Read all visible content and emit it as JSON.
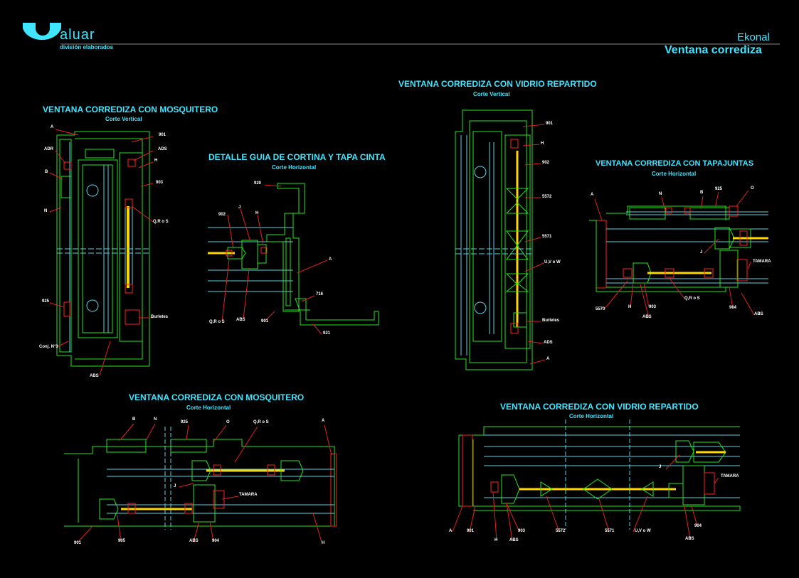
{
  "header": {
    "brand_name": "aluar",
    "brand_subtitle": "división elaborados",
    "series_name": "Ekonal",
    "drawing_title": "Ventana corrediza"
  },
  "views": {
    "mosq_vertical": {
      "title": "VENTANA CORREDIZA CON MOSQUITERO",
      "subtitle": "Corte Vertical"
    },
    "detalle_guia": {
      "title": "DETALLE GUIA DE CORTINA Y TAPA CINTA",
      "subtitle": "Corte Horizontal"
    },
    "vidrio_vertical": {
      "title": "VENTANA CORREDIZA CON VIDRIO REPARTIDO",
      "subtitle": "Corte Vertical"
    },
    "tapajuntas_horizontal": {
      "title": "VENTANA CORREDIZA CON TAPAJUNTAS",
      "subtitle": "Corte Horizontal"
    },
    "mosq_horizontal": {
      "title": "VENTANA CORREDIZA CON MOSQUITERO",
      "subtitle": "Corte Horizontal"
    },
    "vidrio_horizontal": {
      "title": "VENTANA CORREDIZA CON VIDRIO REPARTIDO",
      "subtitle": "Corte Horizontal"
    }
  },
  "labels": {
    "mv_a": "A",
    "mv_901": "901",
    "mv_adr": "ADR",
    "mv_ads": "ADS",
    "mv_b": "B",
    "mv_h": "H",
    "mv_903": "903",
    "mv_n": "N",
    "mv_qrs": "Q,R o S",
    "mv_925": "925",
    "mv_burletes": "Burletes",
    "mv_conj": "Conj. N°3",
    "mv_abs": "ABS",
    "dg_920": "920",
    "dg_902": "902",
    "dg_j": "J",
    "dg_h": "H",
    "dg_a": "A",
    "dg_716": "716",
    "dg_qrs": "Q,R o S",
    "dg_abs": "ABS",
    "dg_901": "901",
    "dg_921": "921",
    "vv_901": "901",
    "vv_h": "H",
    "vv_902": "902",
    "vv_5572": "5572",
    "vv_5571": "5571",
    "vv_uvw": "U,V o W",
    "vv_burletes": "Burletes",
    "vv_ads": "ADS",
    "vv_a": "A",
    "tj_a": "A",
    "tj_n": "N",
    "tj_b": "B",
    "tj_925": "925",
    "tj_o": "O",
    "tj_j": "J",
    "tj_tamara": "TAMARA",
    "tj_5570": "5570",
    "tj_h": "H",
    "tj_903": "903",
    "tj_abs": "ABS",
    "tj_qrs": "Q,R o S",
    "tj_904": "904",
    "tj_abs2": "ABS",
    "mh_b": "B",
    "mh_n": "N",
    "mh_925": "925",
    "mh_o": "O",
    "mh_qrs": "Q,R o S",
    "mh_a": "A",
    "mh_j": "J",
    "mh_tamara": "TAMARA",
    "mh_901": "901",
    "mh_905": "905",
    "mh_abs": "ABS",
    "mh_904": "904",
    "mh_h": "H",
    "vh_j": "J",
    "vh_tamara": "TAMARA",
    "vh_a": "A",
    "vh_901": "901",
    "vh_h": "H",
    "vh_903": "903",
    "vh_abs": "ABS",
    "vh_5572": "5572",
    "vh_5571": "5571",
    "vh_uvw": "U,V o W",
    "vh_904": "904",
    "vh_abs2": "ABS"
  },
  "colors": {
    "background": "#000000",
    "title": "#40e6ff",
    "profile": "#22e61c",
    "glass": "#5ad2e6",
    "gasket": "#ff2020",
    "leader": "#e02020",
    "fill": "#ffd700",
    "label": "#ffffff"
  }
}
